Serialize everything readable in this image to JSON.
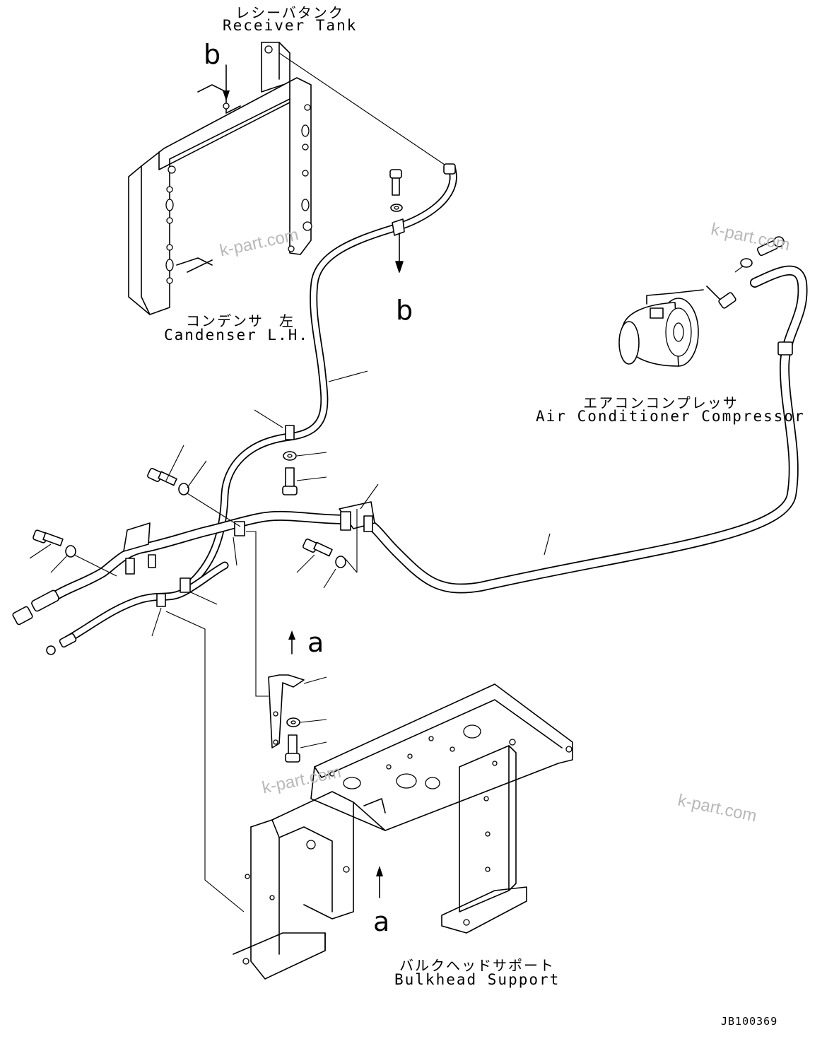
{
  "labels": {
    "receiver_tank_jp": "レシーバタンク",
    "receiver_tank_en": "Receiver Tank",
    "condenser_jp": "コンデンサ　左",
    "condenser_en": "Candenser L.H.",
    "compressor_jp": "エアコンコンプレッサ",
    "compressor_en": "Air Conditioner Compressor",
    "bulkhead_jp": "バルクヘッドサポート",
    "bulkhead_en": "Bulkhead Support"
  },
  "refs": {
    "b_top": "b",
    "b_lower": "b",
    "a_upper": "a",
    "a_lower": "a"
  },
  "watermarks": [
    "k-part.com",
    "k-part.com",
    "k-part.com",
    "k-part.com"
  ],
  "drawing_code": "JB100369"
}
